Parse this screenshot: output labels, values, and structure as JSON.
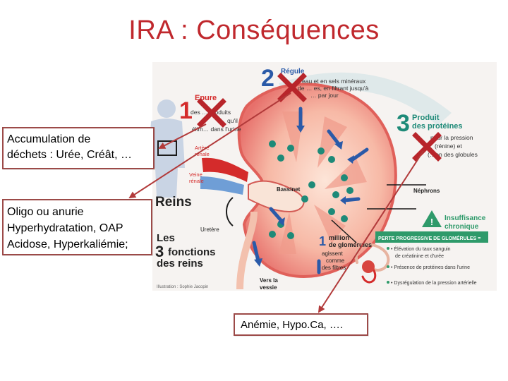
{
  "title": "IRA : Conséquences",
  "callouts": {
    "wastes": [
      "Accumulation de",
      "déchets : Urée, Créât, …"
    ],
    "urine": [
      "Oligo ou anurie",
      "Hyperhydratation, OAP",
      "Acidose, Hyperkaliémie;"
    ],
    "blood": [
      "Anémie, Hypo.Ca, …."
    ]
  },
  "illustration": {
    "n1": "1",
    "epure": "Epure",
    "n2": "2",
    "regule": "Régule",
    "regule_text": [
      "eau et en sels minéraux",
      "de … es, en filtrant jusqu'à",
      "… par jour"
    ],
    "n3": "3",
    "produit": [
      "Produit",
      "des protéines"
    ],
    "produit_text": [
      "pour la pression",
      "(rénine) et",
      "(…on des globules"
    ],
    "epure_text": [
      "des … produits",
      "qu'il",
      "élim… dans l'urine"
    ],
    "artere": [
      "Artère",
      "rénale"
    ],
    "veine": [
      "Veine",
      "rénale"
    ],
    "bassinet": "Bassinet",
    "nephrons": "Néphrons",
    "reins": "Reins",
    "uretere": "Uretère",
    "les3": [
      "Les",
      "3",
      "fonctions",
      "des reins"
    ],
    "vers": [
      "Vers la",
      "vessie"
    ],
    "million": [
      "1",
      "million",
      "de glomérules",
      "agissent",
      "comme",
      "des filtres"
    ],
    "insuffisance": [
      "Insuffisance",
      "chronique"
    ],
    "perte": "PERTE PROGRESSIVE DE GLOMÉRULES =",
    "bullets": [
      "• Élévation du taux sanguin",
      "de créatinine et d'urée",
      "• Présence de protéines dans l'urine",
      "• Dysrégulation de la pression artérielle"
    ],
    "credit": "Illustration : Sophie Jacopin"
  },
  "colors": {
    "title": "#c0282d",
    "cross": "#b8252b",
    "arrow": "#b23a3a",
    "callout_border": "#9c4a48",
    "kidney": "#e86b6b",
    "kidney_inner": "#f7c9b8",
    "vein": "#6f9ed6",
    "accent_blue": "#2a5aa8",
    "accent_red": "#d42b2b",
    "teal": "#1e8a78",
    "green_band": "#2e9a6a"
  }
}
